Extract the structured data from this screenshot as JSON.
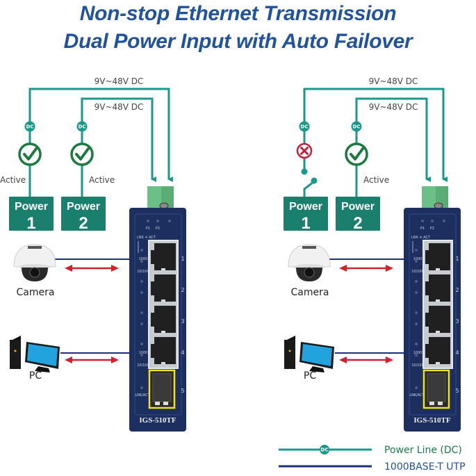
{
  "title": {
    "line1": "Non-stop Ethernet Transmission",
    "line2": "Dual Power Input with Auto Failover"
  },
  "colors": {
    "title": "#1f52a0",
    "power_line": "#18998a",
    "power_box": "#1b7f6e",
    "ok": "#1a7a3e",
    "fail": "#c0213a",
    "utp_line": "#1c2f7a",
    "switch_body": "#1d2f5e",
    "arrow": "#d62027",
    "sfp": "#f2e21c"
  },
  "scenarios": [
    {
      "name": "both-active",
      "voltage_top": "9V~48V DC",
      "voltage_bottom": "9V~48V DC",
      "power1": {
        "word": "Power",
        "num": "1",
        "status": "Active",
        "state": "ok"
      },
      "power2": {
        "word": "Power",
        "num": "2",
        "status": "Active",
        "state": "ok"
      },
      "dc_badge": "DC",
      "devices": {
        "camera": "Camera",
        "pc": "PC"
      },
      "switch": {
        "model": "IGS-510TF",
        "p1": "P1",
        "p2": "P2",
        "lnk_act": "LNK ✳ ACT",
        "speed_hi": "1000",
        "speed_lo": "10/100",
        "sfp_led": "LNK/ACT",
        "ports": [
          "1",
          "2",
          "3",
          "4",
          "5"
        ]
      }
    },
    {
      "name": "failover",
      "voltage_top": "9V~48V DC",
      "voltage_bottom": "9V~48V DC",
      "power1": {
        "word": "Power",
        "num": "1",
        "status": "",
        "state": "fail"
      },
      "power2": {
        "word": "Power",
        "num": "2",
        "status": "Active",
        "state": "ok"
      },
      "dc_badge": "DC",
      "devices": {
        "camera": "Camera",
        "pc": "PC"
      },
      "switch": {
        "model": "IGS-510TF",
        "p1": "P1",
        "p2": "P2",
        "lnk_act": "LNK ✳ ACT",
        "speed_hi": "1000",
        "speed_lo": "10/100",
        "sfp_led": "LNK/ACT",
        "ports": [
          "1",
          "2",
          "3",
          "4",
          "5"
        ]
      }
    }
  ],
  "legend": {
    "power_line": "Power Line (DC)",
    "utp": "1000BASE-T UTP",
    "dc_badge": "DC"
  },
  "icons": [
    "check-circle-icon",
    "x-circle-icon",
    "open-switch-icon",
    "dc-badge-icon",
    "dome-camera-icon",
    "desktop-pc-icon",
    "double-arrow-icon",
    "terminal-block-icon"
  ]
}
